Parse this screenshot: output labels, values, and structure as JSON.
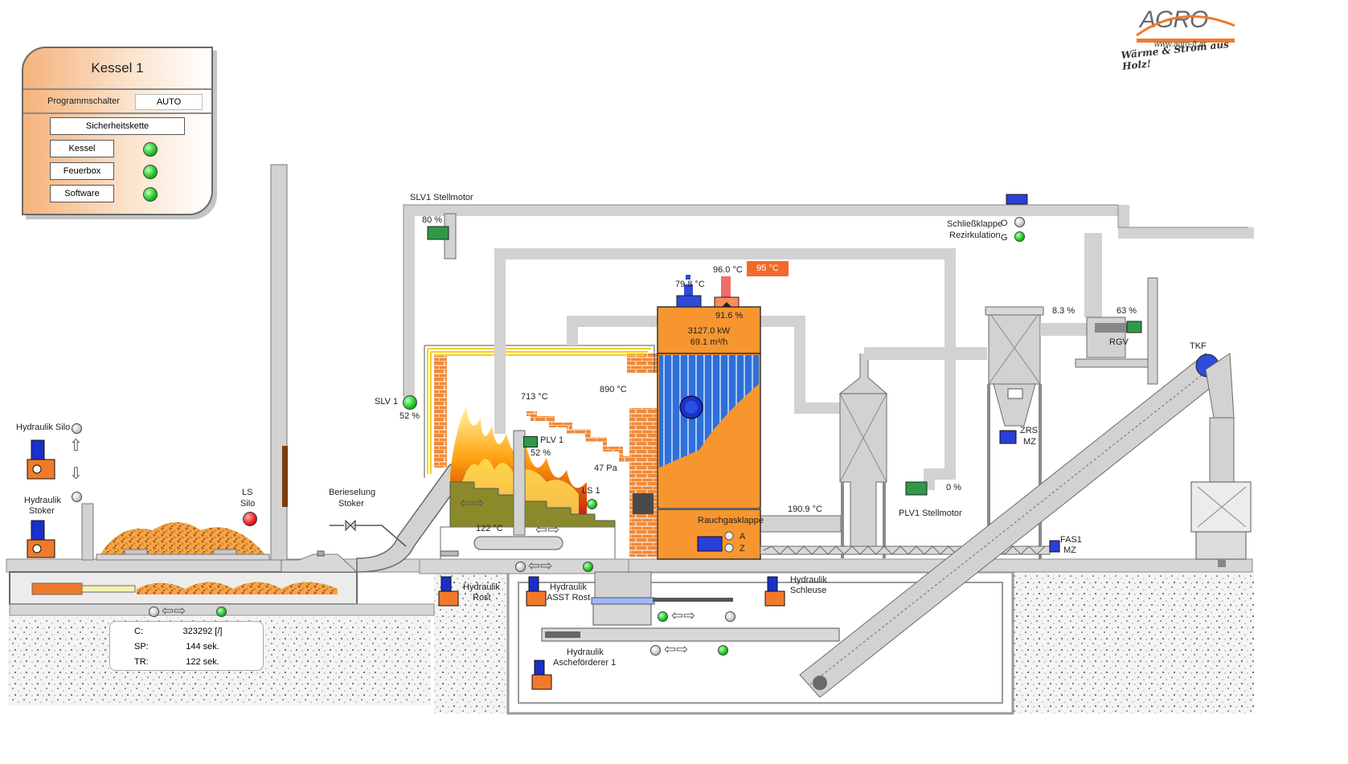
{
  "panel": {
    "title": "Kessel 1",
    "program_switch_label": "Programmschalter",
    "program_switch_value": "AUTO",
    "safety_chain_label": "Sicherheitskette",
    "chain_items": [
      {
        "label": "Kessel",
        "status": "ok"
      },
      {
        "label": "Feuerbox",
        "status": "ok"
      },
      {
        "label": "Software",
        "status": "ok"
      }
    ]
  },
  "logo": {
    "brand": "AGRO",
    "url": "www.agro-ft.at",
    "slogan": "Wärme & Strom aus Holz!"
  },
  "labels": {
    "slv1_motor": "SLV1 Stellmotor",
    "slv1_open": "80 %",
    "slv1": "SLV 1",
    "slv1_pct": "52 %",
    "closing_flap": "Schließklappe",
    "recirculation": "Rezirkulation",
    "flap_o": "O",
    "flap_g": "G",
    "return_temp": "79.8 °C",
    "flow_temp": "96.0 °C",
    "setpoint": "95 °C",
    "boiler_load": "91.6 %",
    "power": "3127.0 kW",
    "flow": "69.1 m³/h",
    "rgv_pct": "8.3 %",
    "rgv_speed": "63 %",
    "rgv": "RGV",
    "tkf": "TKF",
    "furnace_temp": "713 °C",
    "combustion_temp": "890 °C",
    "plv1": "PLV 1",
    "plv1_pct": "52 %",
    "pressure": "47 Pa",
    "ls1": "LS 1",
    "grate_temp": "122 °C",
    "flue_gas_flap": "Rauchgasklappe",
    "flap_a": "A",
    "flap_z": "Z",
    "flue_temp": "190.9 °C",
    "plv1_motor": "PLV1 Stellmotor",
    "plv1_motor_pct": "0 %",
    "zrs": "ZRS",
    "zrs_mz": "MZ",
    "fas1": "FAS1",
    "fas1_mz": "MZ",
    "hyd_silo": "Hydraulik Silo",
    "hyd_stoker_1": "Hydraulik",
    "hyd_stoker_2": "Stoker",
    "ls_silo_1": "LS",
    "ls_silo_2": "Silo",
    "sprinkler_1": "Berieselung",
    "sprinkler_2": "Stoker",
    "hyd_grate_1": "Hydraulik",
    "hyd_grate_2": "Rost",
    "hyd_asst_1": "Hydraulik",
    "hyd_asst_2": "ASST Rost",
    "hyd_lock_1": "Hydraulik",
    "hyd_lock_2": "Schleuse",
    "hyd_ash_1": "Hydraulik",
    "hyd_ash_2": "Ascheförderer 1"
  },
  "counter": {
    "c_label": "C:",
    "c_value": "323292 [/]",
    "sp_label": "SP:",
    "sp_value": "144 sek.",
    "tr_label": "TR:",
    "tr_value": "122 sek."
  },
  "colors": {
    "boiler": "#f7962f",
    "water_tubes": "#2f6fd8",
    "duct": "#d2d2d2",
    "brick": "#f08a3a",
    "alarm_red": "#ea1515",
    "ok_green": "#19c21b"
  }
}
